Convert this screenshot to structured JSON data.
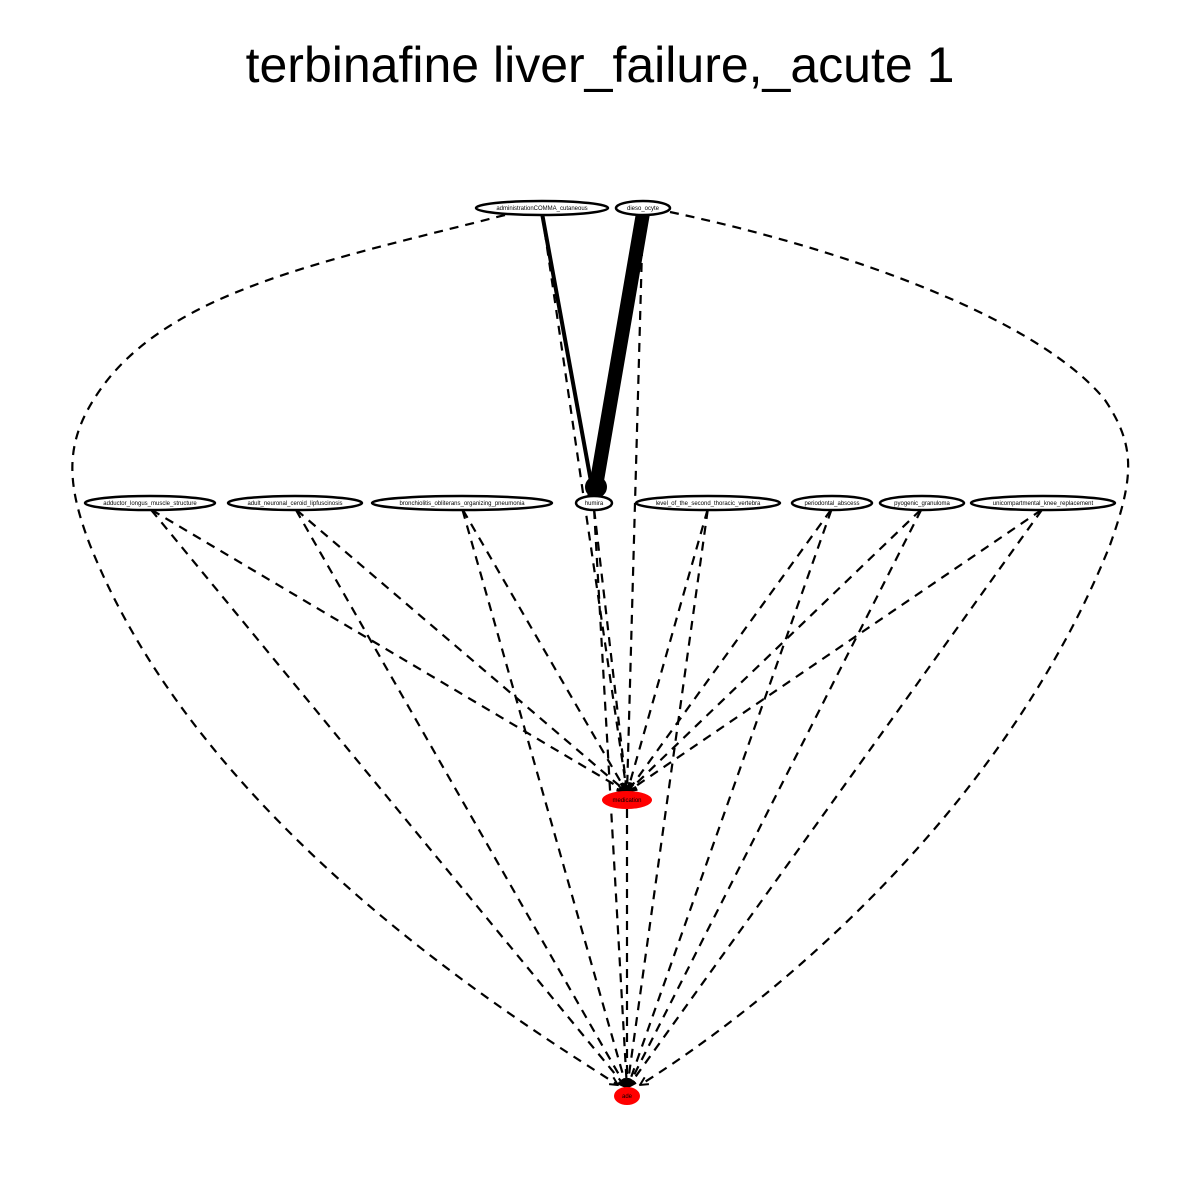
{
  "title": "terbinafine liver_failure,_acute 1",
  "colors": {
    "edge": "#000000",
    "node_stroke": "#000000",
    "node_fill": "#ffffff",
    "target_fill": "#ff0000"
  },
  "nodes": [
    {
      "id": "administration",
      "label": "administrationCOMMA_cutaneous",
      "target": false
    },
    {
      "id": "dieso",
      "label": "dieso_ocyte",
      "target": false
    },
    {
      "id": "adductor",
      "label": "adductor_longus_muscle_structure",
      "target": false
    },
    {
      "id": "adult",
      "label": "adult_neuronal_ceroid_lipfuscinosis",
      "target": false
    },
    {
      "id": "bronch",
      "label": "bronchiolitis_obliterans_organizing_pneumonia",
      "target": false
    },
    {
      "id": "humira",
      "label": "humira",
      "target": false
    },
    {
      "id": "level",
      "label": "level_of_the_second_thoracic_vertebra",
      "target": false
    },
    {
      "id": "perio",
      "label": "periodontal_abscess",
      "target": false
    },
    {
      "id": "pyogenic",
      "label": "pyogenic_granuloma",
      "target": false
    },
    {
      "id": "unicomp",
      "label": "unicompartmental_knee_replacement",
      "target": false
    },
    {
      "id": "medication",
      "label": "medication",
      "target": true
    },
    {
      "id": "ade",
      "label": "ade",
      "target": true
    }
  ],
  "edges": [
    {
      "from": "administration",
      "to": "humira",
      "style": "solid",
      "weight": 2
    },
    {
      "from": "dieso",
      "to": "humira",
      "style": "solid",
      "weight": 6
    },
    {
      "from": "administration",
      "to": "medication",
      "style": "dashed",
      "weight": 1
    },
    {
      "from": "dieso",
      "to": "medication",
      "style": "dashed",
      "weight": 1
    },
    {
      "from": "adductor",
      "to": "medication",
      "style": "dashed",
      "weight": 1
    },
    {
      "from": "adult",
      "to": "medication",
      "style": "dashed",
      "weight": 1
    },
    {
      "from": "bronch",
      "to": "medication",
      "style": "dashed",
      "weight": 1
    },
    {
      "from": "humira",
      "to": "medication",
      "style": "dashed",
      "weight": 1
    },
    {
      "from": "level",
      "to": "medication",
      "style": "dashed",
      "weight": 1
    },
    {
      "from": "perio",
      "to": "medication",
      "style": "dashed",
      "weight": 1
    },
    {
      "from": "pyogenic",
      "to": "medication",
      "style": "dashed",
      "weight": 1
    },
    {
      "from": "unicomp",
      "to": "medication",
      "style": "dashed",
      "weight": 1
    },
    {
      "from": "administration",
      "to": "ade",
      "style": "dashed",
      "weight": 1
    },
    {
      "from": "dieso",
      "to": "ade",
      "style": "dashed",
      "weight": 1
    },
    {
      "from": "adductor",
      "to": "ade",
      "style": "dashed",
      "weight": 1
    },
    {
      "from": "adult",
      "to": "ade",
      "style": "dashed",
      "weight": 1
    },
    {
      "from": "bronch",
      "to": "ade",
      "style": "dashed",
      "weight": 1
    },
    {
      "from": "humira",
      "to": "ade",
      "style": "dashed",
      "weight": 1
    },
    {
      "from": "level",
      "to": "ade",
      "style": "dashed",
      "weight": 1
    },
    {
      "from": "perio",
      "to": "ade",
      "style": "dashed",
      "weight": 1
    },
    {
      "from": "pyogenic",
      "to": "ade",
      "style": "dashed",
      "weight": 1
    },
    {
      "from": "unicomp",
      "to": "ade",
      "style": "dashed",
      "weight": 1
    },
    {
      "from": "medication",
      "to": "ade",
      "style": "dashed",
      "weight": 1
    }
  ]
}
